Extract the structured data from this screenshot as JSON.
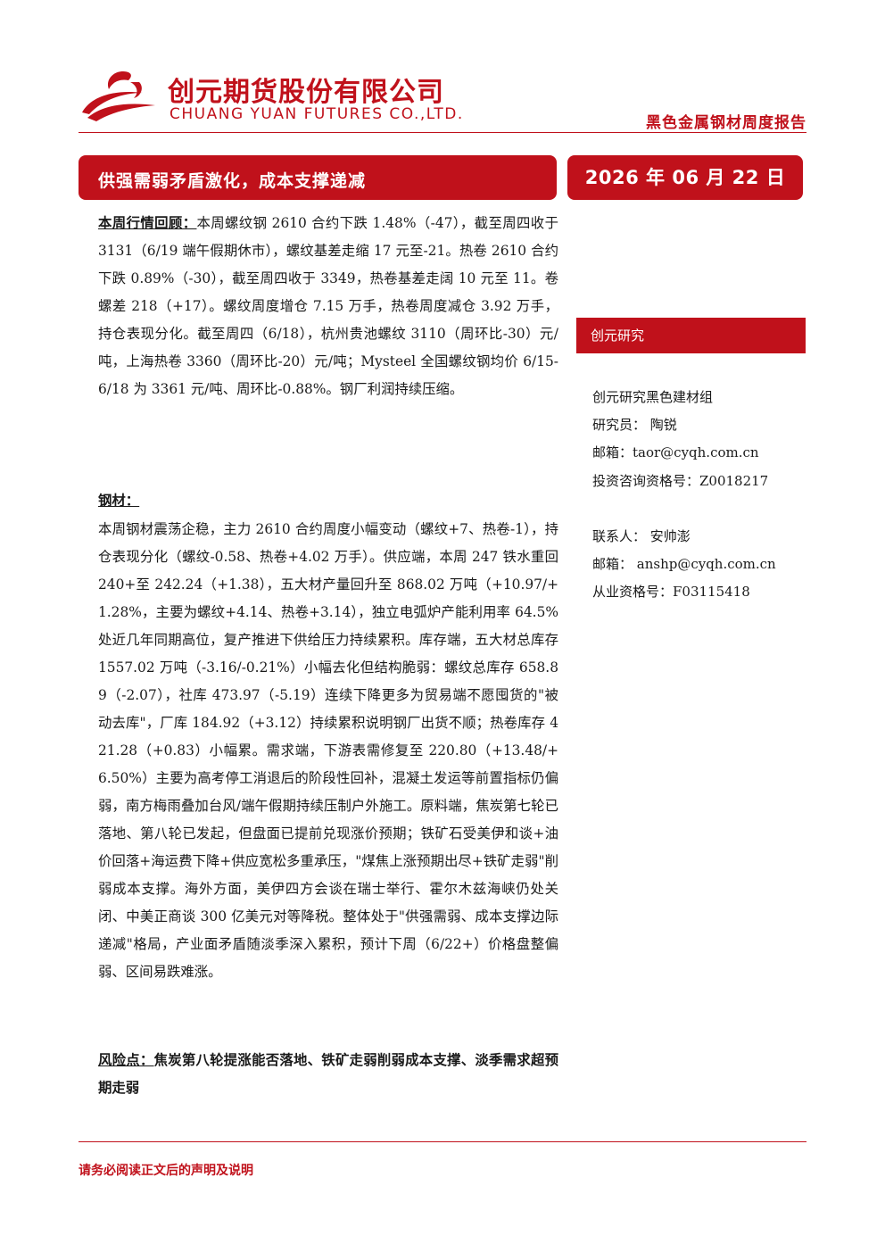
{
  "header": {
    "company_cn": "创元期货股份有限公司",
    "company_en": "CHUANG YUAN FUTURES CO.,LTD.",
    "report_type": "黑色金属钢材周度报告",
    "brand_color": "#c0111b"
  },
  "title_bar": {
    "title": "供强需弱矛盾激化，成本支撑递减",
    "date": "2026 年 06 月 22 日"
  },
  "review": {
    "label": "本周行情回顾：",
    "body": "本周螺纹钢 2610 合约下跌 1.48%（-47），截至周四收于 3131（6/19 端午假期休市），螺纹基差走缩 17 元至-21。热卷 2610 合约下跌 0.89%（-30），截至周四收于 3349，热卷基差走阔 10 元至 11。卷螺差 218（+17）。螺纹周度增仓 7.15 万手，热卷周度减仓 3.92 万手，持仓表现分化。截至周四（6/18），杭州贵池螺纹 3110（周环比-30）元/吨，上海热卷 3360（周环比-20）元/吨；Mysteel 全国螺纹钢均价 6/15-6/18 为 3361 元/吨、周环比-0.88%。钢厂利润持续压缩。"
  },
  "steel": {
    "heading": "钢材：",
    "body": "本周钢材震荡企稳，主力 2610 合约周度小幅变动（螺纹+7、热卷-1），持仓表现分化（螺纹-0.58、热卷+4.02 万手）。供应端，本周 247 铁水重回 240+至 242.24（+1.38），五大材产量回升至 868.02 万吨（+10.97/+1.28%，主要为螺纹+4.14、热卷+3.14），独立电弧炉产能利用率 64.5%处近几年同期高位，复产推进下供给压力持续累积。库存端，五大材总库存 1557.02 万吨（-3.16/-0.21%）小幅去化但结构脆弱：螺纹总库存 658.89（-2.07），社库 473.97（-5.19）连续下降更多为贸易端不愿囤货的\"被动去库\"，厂库 184.92（+3.12）持续累积说明钢厂出货不顺；热卷库存 421.28（+0.83）小幅累。需求端，下游表需修复至 220.80（+13.48/+6.50%）主要为高考停工消退后的阶段性回补，混凝土发运等前置指标仍偏弱，南方梅雨叠加台风/端午假期持续压制户外施工。原料端，焦炭第七轮已落地、第八轮已发起，但盘面已提前兑现涨价预期；铁矿石受美伊和谈+油价回落+海运费下降+供应宽松多重承压，\"煤焦上涨预期出尽+铁矿走弱\"削弱成本支撑。海外方面，美伊四方会谈在瑞士举行、霍尔木兹海峡仍处关闭、中美正商谈 300 亿美元对等降税。整体处于\"供强需弱、成本支撑边际递减\"格局，产业面矛盾随淡季深入累积，预计下周（6/22+）价格盘整偏弱、区间易跌难涨。"
  },
  "risk": {
    "label": "风险点：",
    "body": "焦炭第八轮提涨能否落地、铁矿走弱削弱成本支撑、淡季需求超预期走弱"
  },
  "sidebar": {
    "title": "创元研究",
    "group": "创元研究黑色建材组",
    "researcher": "研究员：  陶锐",
    "email1": "邮箱：taor@cyqh.com.cn",
    "license1": "投资咨询资格号：Z0018217",
    "contact": "联系人：  安帅澎",
    "email2": "邮箱：   anshp@cyqh.com.cn",
    "license2": "从业资格号：F03115418"
  },
  "footer": {
    "notice": "请务必阅读正文后的声明及说明"
  }
}
